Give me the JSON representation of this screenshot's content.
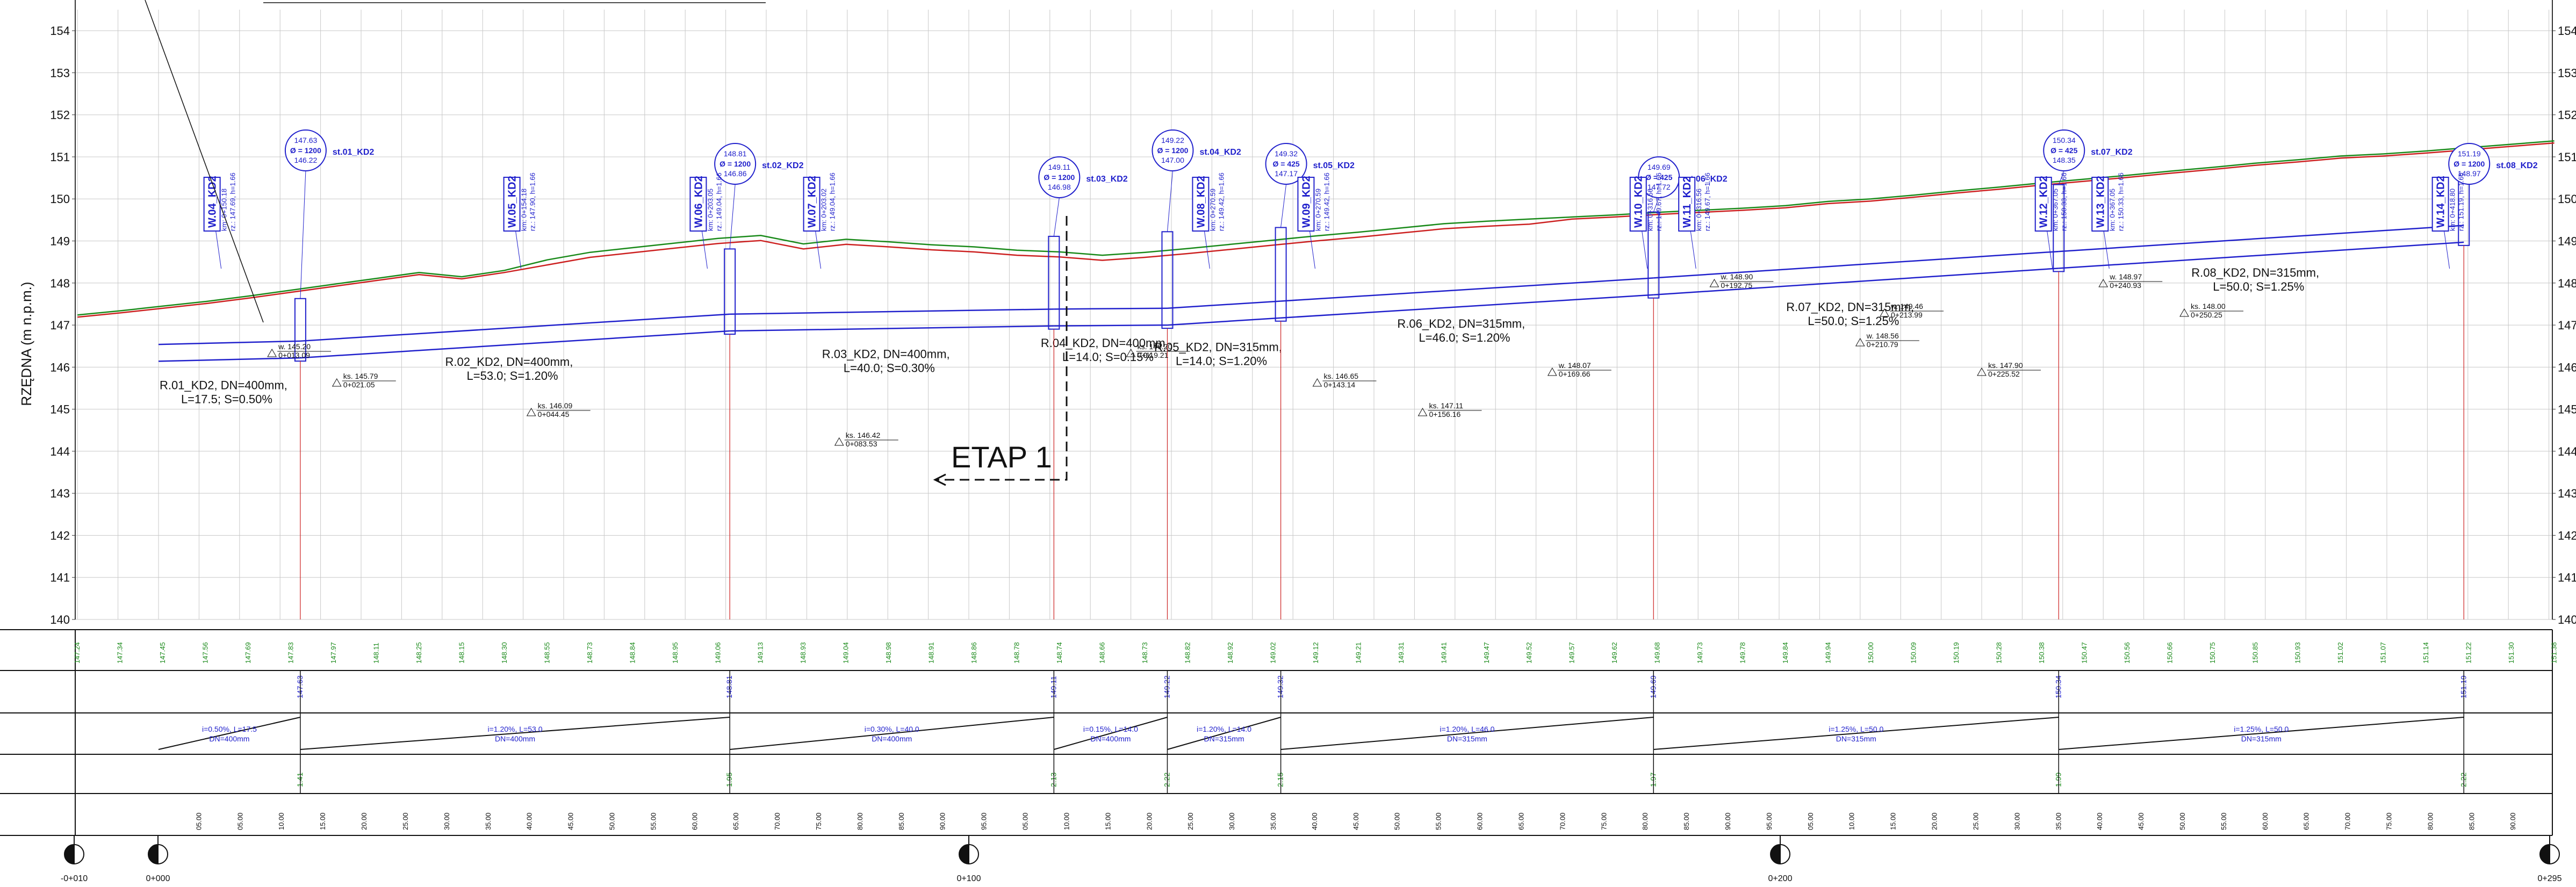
{
  "axis": {
    "ylabel": "RZĘDNA (m n.p.m.)",
    "ymin": 140,
    "ymax": 154,
    "ticks": [
      "140",
      "141",
      "142",
      "143",
      "144",
      "145",
      "146",
      "147",
      "148",
      "149",
      "150",
      "151",
      "152",
      "153",
      "154"
    ]
  },
  "etap_label": "ETAP 1",
  "chainage_labels": [
    {
      "text": "-0+010",
      "km": -10
    },
    {
      "text": "0+000",
      "km": 0
    },
    {
      "text": "0+100",
      "km": 100
    },
    {
      "text": "0+200",
      "km": 200
    },
    {
      "text": "0+295",
      "km": 295
    }
  ],
  "manholes": [
    {
      "name": "st.01_KD2",
      "km": 17.5,
      "rim": "147.63",
      "dia": "Ø = 1200",
      "inv": "146.22",
      "h": "1.41"
    },
    {
      "name": "st.02_KD2",
      "km": 70.5,
      "rim": "148.81",
      "dia": "Ø = 1200",
      "inv": "146.86",
      "h": "1.95"
    },
    {
      "name": "st.03_KD2",
      "km": 110.5,
      "rim": "149.11",
      "dia": "Ø = 1200",
      "inv": "146.98",
      "h": "2.13"
    },
    {
      "name": "st.04_KD2",
      "km": 124.5,
      "rim": "149.22",
      "dia": "Ø = 1200",
      "inv": "147.00",
      "h": "2.22"
    },
    {
      "name": "st.05_KD2",
      "km": 138.5,
      "rim": "149.32",
      "dia": "Ø = 425",
      "inv": "147.17",
      "h": "2.15"
    },
    {
      "name": "st.06_KD2",
      "km": 184.5,
      "rim": "149.69",
      "dia": "Ø = 425",
      "inv": "147.72",
      "h": "1.97"
    },
    {
      "name": "st.07_KD2",
      "km": 234.5,
      "rim": "150.34",
      "dia": "Ø = 425",
      "inv": "148.35",
      "h": "1.99"
    },
    {
      "name": "st.08_KD2",
      "km": 284.5,
      "rim": "151.19",
      "dia": "Ø = 1200",
      "inv": "148.97",
      "h": "2.22"
    }
  ],
  "inlets": [
    {
      "name": "W.04_KD2",
      "km": "km: 0+150.18",
      "rz": "rz.: 147.69, h=1.66"
    },
    {
      "name": "W.05_KD2",
      "km": "km: 0+154.18",
      "rz": "rz.: 147.90, h=1.66"
    },
    {
      "name": "W.06_KD2",
      "km": "km: 0+203.05",
      "rz": "rz.: 149.04, h=1.66"
    },
    {
      "name": "W.07_KD2",
      "km": "km: 0+203.02",
      "rz": "rz.: 149.04, h=1.66"
    },
    {
      "name": "W.08_KD2",
      "km": "km: 0+270.59",
      "rz": "rz.: 149.42, h=1.66"
    },
    {
      "name": "W.09_KD2",
      "km": "km: 0+270.59",
      "rz": "rz.: 149.42, h=1.66"
    },
    {
      "name": "W.10_KD2",
      "km": "km: 0+316.56",
      "rz": "rz.: 149.67, h=1.66"
    },
    {
      "name": "W.11_KD2",
      "km": "km: 0+316.56",
      "rz": "rz.: 149.67, h=1.66"
    },
    {
      "name": "W.12_KD2",
      "km": "km: 0+367.05",
      "rz": "rz.: 150.33, h=1.66"
    },
    {
      "name": "W.13_KD2",
      "km": "km: 0+367.05",
      "rz": "rz.: 150.33, h=1.66"
    },
    {
      "name": "W.14_KD2",
      "km": "km: 0+418.80",
      "rz": "rz.: 151.19, h=1.66"
    }
  ],
  "pipes": [
    {
      "label": "R.01_KD2, DN=400mm,",
      "len": "L=17.5; S=0.50%",
      "band": "i=0.50%, L=17.5",
      "dn": "DN=400mm",
      "from_km": 0,
      "to_km": 17.5,
      "from_inv": 146.14,
      "to_inv": 146.22
    },
    {
      "label": "R.02_KD2, DN=400mm,",
      "len": "L=53.0; S=1.20%",
      "band": "i=1.20%, L=53.0",
      "dn": "DN=400mm",
      "from_km": 17.5,
      "to_km": 70.5,
      "from_inv": 146.22,
      "to_inv": 146.86
    },
    {
      "label": "R.03_KD2, DN=400mm,",
      "len": "L=40.0; S=0.30%",
      "band": "i=0.30%, L=40.0",
      "dn": "DN=400mm",
      "from_km": 70.5,
      "to_km": 110.5,
      "from_inv": 146.86,
      "to_inv": 146.98
    },
    {
      "label": "R.04_KD2, DN=400mm,",
      "len": "L=14.0; S=0.15%",
      "band": "i=0.15%, L=14.0",
      "dn": "DN=400mm",
      "from_km": 110.5,
      "to_km": 124.5,
      "from_inv": 146.98,
      "to_inv": 147.0
    },
    {
      "label": "R.05_KD2, DN=315mm,",
      "len": "L=14.0; S=1.20%",
      "band": "i=1.20%, L=14.0",
      "dn": "DN=315mm",
      "from_km": 124.5,
      "to_km": 138.5,
      "from_inv": 147.0,
      "to_inv": 147.17
    },
    {
      "label": "R.06_KD2, DN=315mm,",
      "len": "L=46.0; S=1.20%",
      "band": "i=1.20%, L=46.0",
      "dn": "DN=315mm",
      "from_km": 138.5,
      "to_km": 184.5,
      "from_inv": 147.17,
      "to_inv": 147.72
    },
    {
      "label": "R.07_KD2, DN=315mm,",
      "len": "L=50.0; S=1.25%",
      "band": "i=1.25%, L=50.0",
      "dn": "DN=315mm",
      "from_km": 184.5,
      "to_km": 234.5,
      "from_inv": 147.72,
      "to_inv": 148.35
    },
    {
      "label": "R.08_KD2, DN=315mm,",
      "len": "L=50.0; S=1.25%",
      "band": "i=1.25%, L=50.0",
      "dn": "DN=315mm",
      "from_km": 234.5,
      "to_km": 284.5,
      "from_inv": 148.35,
      "to_inv": 148.97
    }
  ],
  "level_marks": [
    {
      "text": "w. 145.20",
      "sub": "0+013.09"
    },
    {
      "text": "ks. 145.79",
      "sub": "0+021.05"
    },
    {
      "text": "ks. 146.09",
      "sub": "0+044.45"
    },
    {
      "text": "ks. 146.42",
      "sub": "0+083.53"
    },
    {
      "text": "ks. 146.20",
      "sub": "0+119.21"
    },
    {
      "text": "ks. 146.65",
      "sub": "0+143.14"
    },
    {
      "text": "ks. 147.11",
      "sub": "0+156.16"
    },
    {
      "text": "w. 148.07",
      "sub": "0+169.66"
    },
    {
      "text": "w. 148.90",
      "sub": "0+192.75"
    },
    {
      "text": "w. 149.46",
      "sub": "0+213.99"
    },
    {
      "text": "w. 148.56",
      "sub": "0+210.79"
    },
    {
      "text": "ks. 147.90",
      "sub": "0+225.52"
    },
    {
      "text": "w. 148.97",
      "sub": "0+240.93"
    },
    {
      "text": "ks. 148.00",
      "sub": "0+250.25"
    }
  ],
  "terrain_elevations": [
    "147.24",
    "147.34",
    "147.45",
    "147.56",
    "147.69",
    "147.83",
    "147.97",
    "148.11",
    "148.25",
    "148.15",
    "148.30",
    "148.55",
    "148.73",
    "148.84",
    "148.95",
    "149.06",
    "149.13",
    "148.93",
    "149.04",
    "148.98",
    "148.91",
    "148.86",
    "148.78",
    "148.74",
    "148.66",
    "148.73",
    "148.82",
    "148.92",
    "149.02",
    "149.12",
    "149.21",
    "149.31",
    "149.41",
    "149.47",
    "149.52",
    "149.57",
    "149.62",
    "149.68",
    "149.73",
    "149.78",
    "149.84",
    "149.94",
    "150.00",
    "150.09",
    "150.19",
    "150.28",
    "150.38",
    "150.47",
    "150.56",
    "150.66",
    "150.75",
    "150.85",
    "150.93",
    "151.02",
    "151.07",
    "151.14",
    "151.22",
    "151.30",
    "151.38"
  ],
  "bottom_ticks": [
    "05.00",
    "05.00",
    "10.00",
    "15.00",
    "20.00",
    "25.00",
    "30.00",
    "35.00",
    "40.00",
    "45.00",
    "50.00",
    "55.00",
    "60.00",
    "65.00",
    "70.00",
    "75.00",
    "80.00",
    "85.00",
    "90.00",
    "95.00",
    "05.00",
    "10.00",
    "15.00",
    "20.00",
    "25.00",
    "30.00",
    "35.00",
    "40.00",
    "45.00",
    "50.00",
    "55.00",
    "60.00",
    "65.00",
    "70.00",
    "75.00",
    "80.00",
    "85.00",
    "90.00",
    "95.00",
    "05.00",
    "10.00",
    "15.00",
    "20.00",
    "25.00",
    "30.00",
    "35.00",
    "40.00",
    "45.00",
    "50.00",
    "55.00",
    "60.00",
    "65.00",
    "70.00",
    "75.00",
    "80.00",
    "85.00",
    "90.00"
  ],
  "colors": {
    "terrain": "#1a8a1a",
    "design": "#cc2020",
    "pipe": "#2020cc",
    "grid": "#c8c8c8",
    "band_green": "#1a8a1a",
    "band_blue": "#2020cc"
  }
}
